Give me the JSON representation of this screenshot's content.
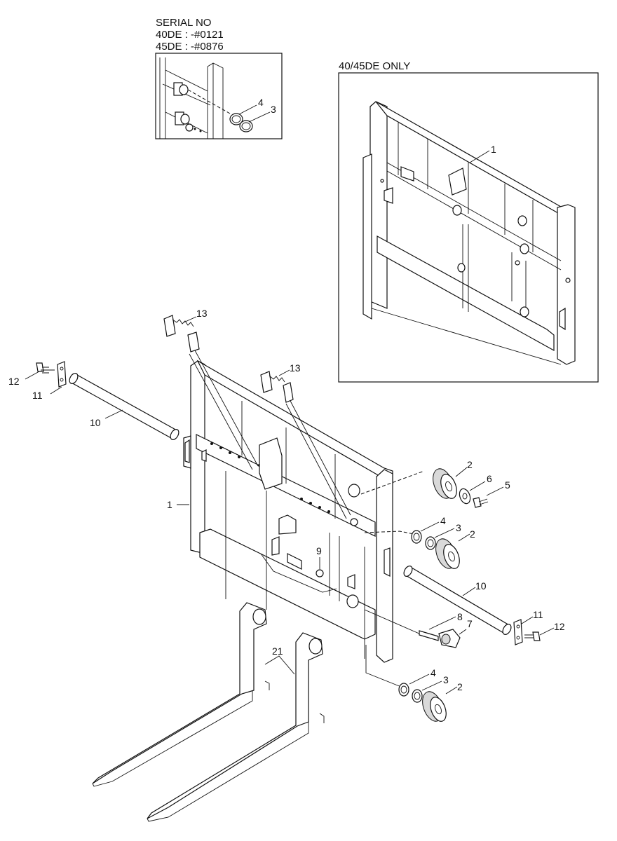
{
  "inset_small": {
    "heading": "SERIAL NO",
    "lines": [
      "40DE : -#0121",
      "45DE : -#0876"
    ],
    "callouts": [
      "4",
      "3"
    ]
  },
  "inset_large": {
    "heading": "40/45DE ONLY",
    "callouts": [
      "1"
    ]
  },
  "callouts": {
    "c13a": "13",
    "c13b": "13",
    "c12a": "12",
    "c11a": "11",
    "c10a": "10",
    "c1": "1",
    "c2a": "2",
    "c6": "6",
    "c5": "5",
    "c4a": "4",
    "c3a": "3",
    "c2b": "2",
    "c9": "9",
    "c10b": "10",
    "c11b": "11",
    "c12b": "12",
    "c8": "8",
    "c7": "7",
    "c21": "21",
    "c4b": "4",
    "c3b": "3",
    "c2c": "2"
  }
}
